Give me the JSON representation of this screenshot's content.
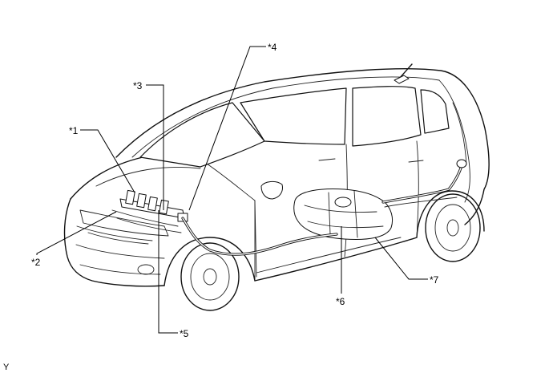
{
  "labels": {
    "l1": "*1",
    "l2": "*2",
    "l3": "*3",
    "l4": "*4",
    "l5": "*5",
    "l6": "*6",
    "l7": "*7"
  },
  "corner_mark": "Y"
}
